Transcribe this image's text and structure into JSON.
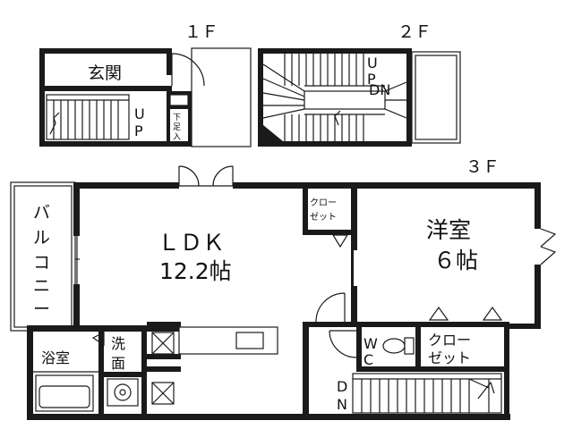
{
  "floors": {
    "f1": "１Ｆ",
    "f2": "２Ｆ",
    "f3": "３Ｆ"
  },
  "rooms": {
    "entrance": "玄関",
    "shoe_rack": [
      "下",
      "足",
      "入"
    ],
    "ldk_name": "ＬＤＫ",
    "ldk_size": "12.2帖",
    "western_name": "洋室",
    "western_size": "６帖",
    "balcony": [
      "バ",
      "ル",
      "コ",
      "ニ",
      "ー"
    ],
    "bath": "浴室",
    "washroom": [
      "洗",
      "面"
    ],
    "wc": [
      "W",
      "C"
    ],
    "closet_ldk": [
      "クロー",
      "ゼット"
    ],
    "closet_3f": [
      "クロー",
      "ゼット"
    ]
  },
  "stairs": {
    "up_1f": [
      "U",
      "P"
    ],
    "up_2f": [
      "U",
      "P"
    ],
    "dn_2f": "DN",
    "dn_3f": [
      "D",
      "N"
    ]
  },
  "colors": {
    "wall": "#1a1a1a",
    "background": "#ffffff"
  }
}
